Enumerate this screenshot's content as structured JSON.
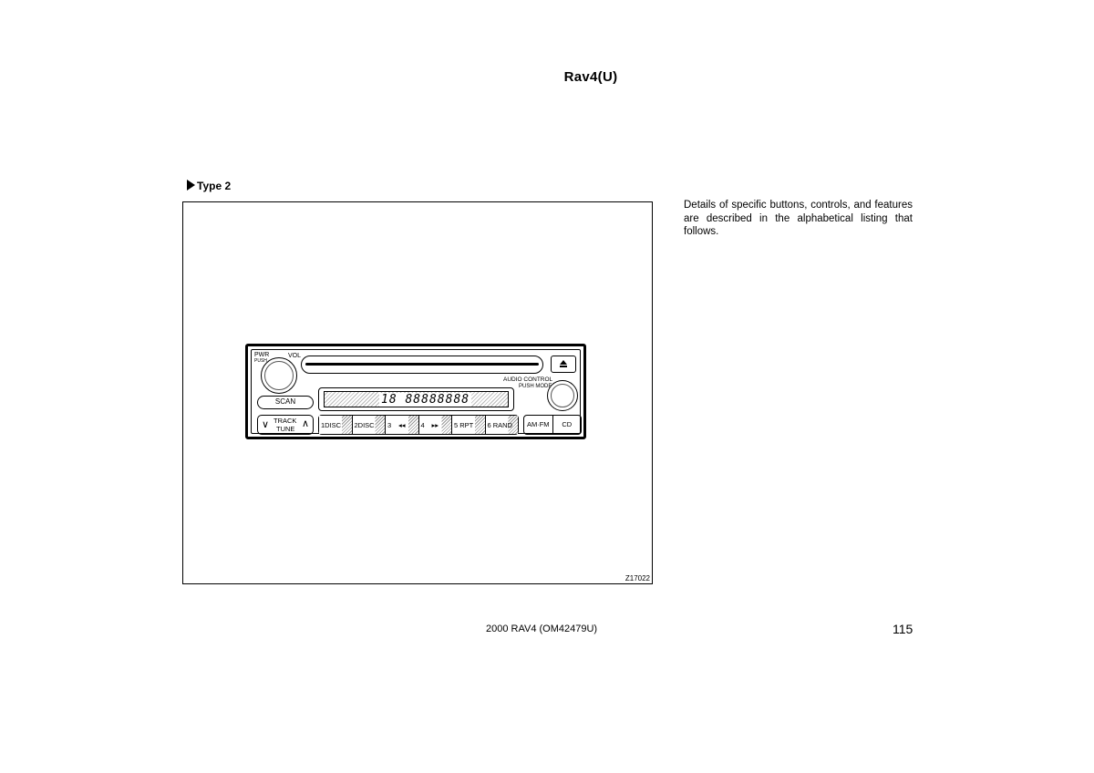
{
  "header": {
    "title": "Rav4(U)"
  },
  "section": {
    "label": "Type 2"
  },
  "figure": {
    "id": "Z17022",
    "radio": {
      "pwr": "PWR",
      "push": "PUSH",
      "vol": "VOL",
      "audio_control": "AUDIO CONTROL",
      "push_mode": "PUSH MODE",
      "scan": "SCAN",
      "track": "TRACK",
      "tune": "TUNE",
      "display_digits": "18 88888888",
      "presets": [
        "1DISC",
        "2DISC",
        "3",
        "4",
        "5 RPT",
        "6 RAND"
      ],
      "am_fm": "AM·FM",
      "cd": "CD"
    }
  },
  "body": {
    "text": "Details of specific buttons, controls, and features are described in the alphabetical listing that follows."
  },
  "footer": {
    "document": "2000 RAV4 (OM42479U)",
    "page_number": "115"
  }
}
